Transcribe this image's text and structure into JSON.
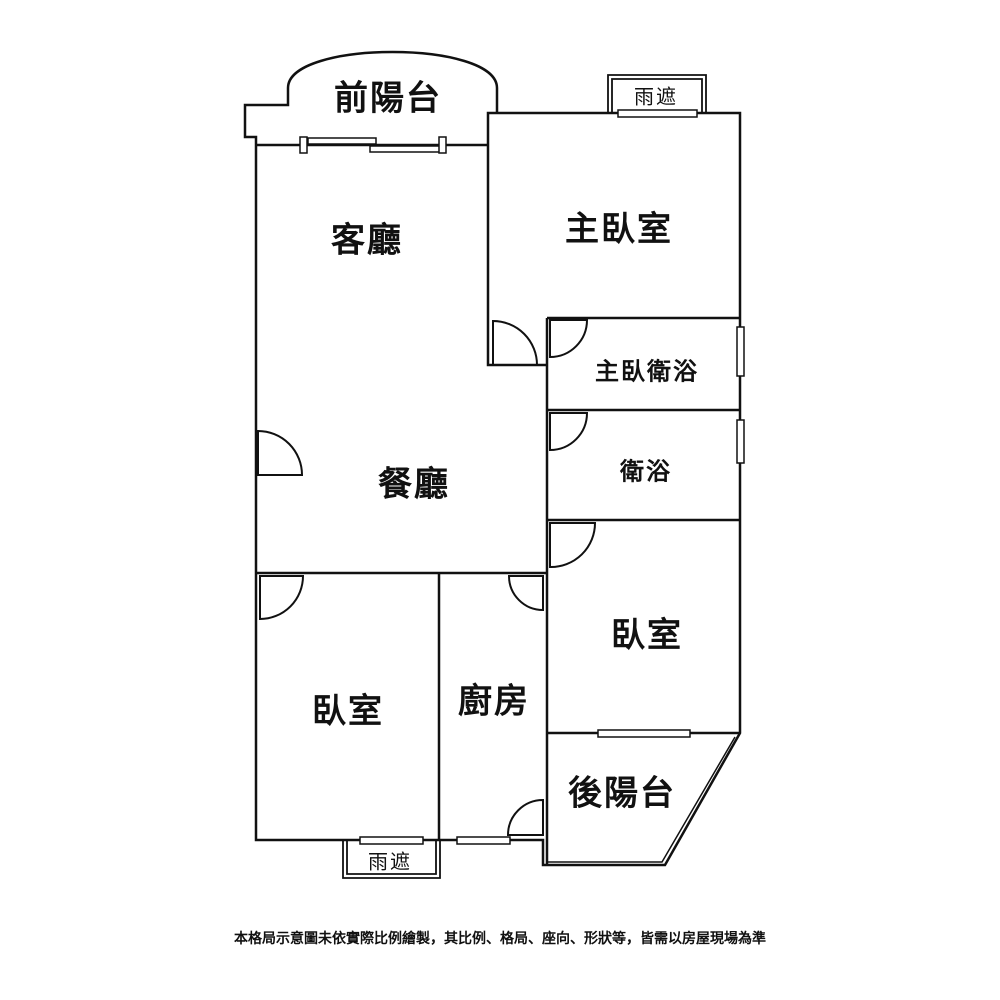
{
  "rooms": {
    "front_balcony": "前陽台",
    "canopy_top": "雨遮",
    "living_room": "客廳",
    "master_bedroom": "主臥室",
    "master_bath": "主臥衛浴",
    "bathroom": "衛浴",
    "dining_room": "餐廳",
    "bedroom_right": "臥室",
    "bedroom_left": "臥室",
    "kitchen": "廚房",
    "back_balcony": "後陽台",
    "canopy_bottom": "雨遮"
  },
  "footnote": "本格局示意圖未依實際比例繪製，其比例、格局、座向、形狀等，皆需以房屋現場為準"
}
